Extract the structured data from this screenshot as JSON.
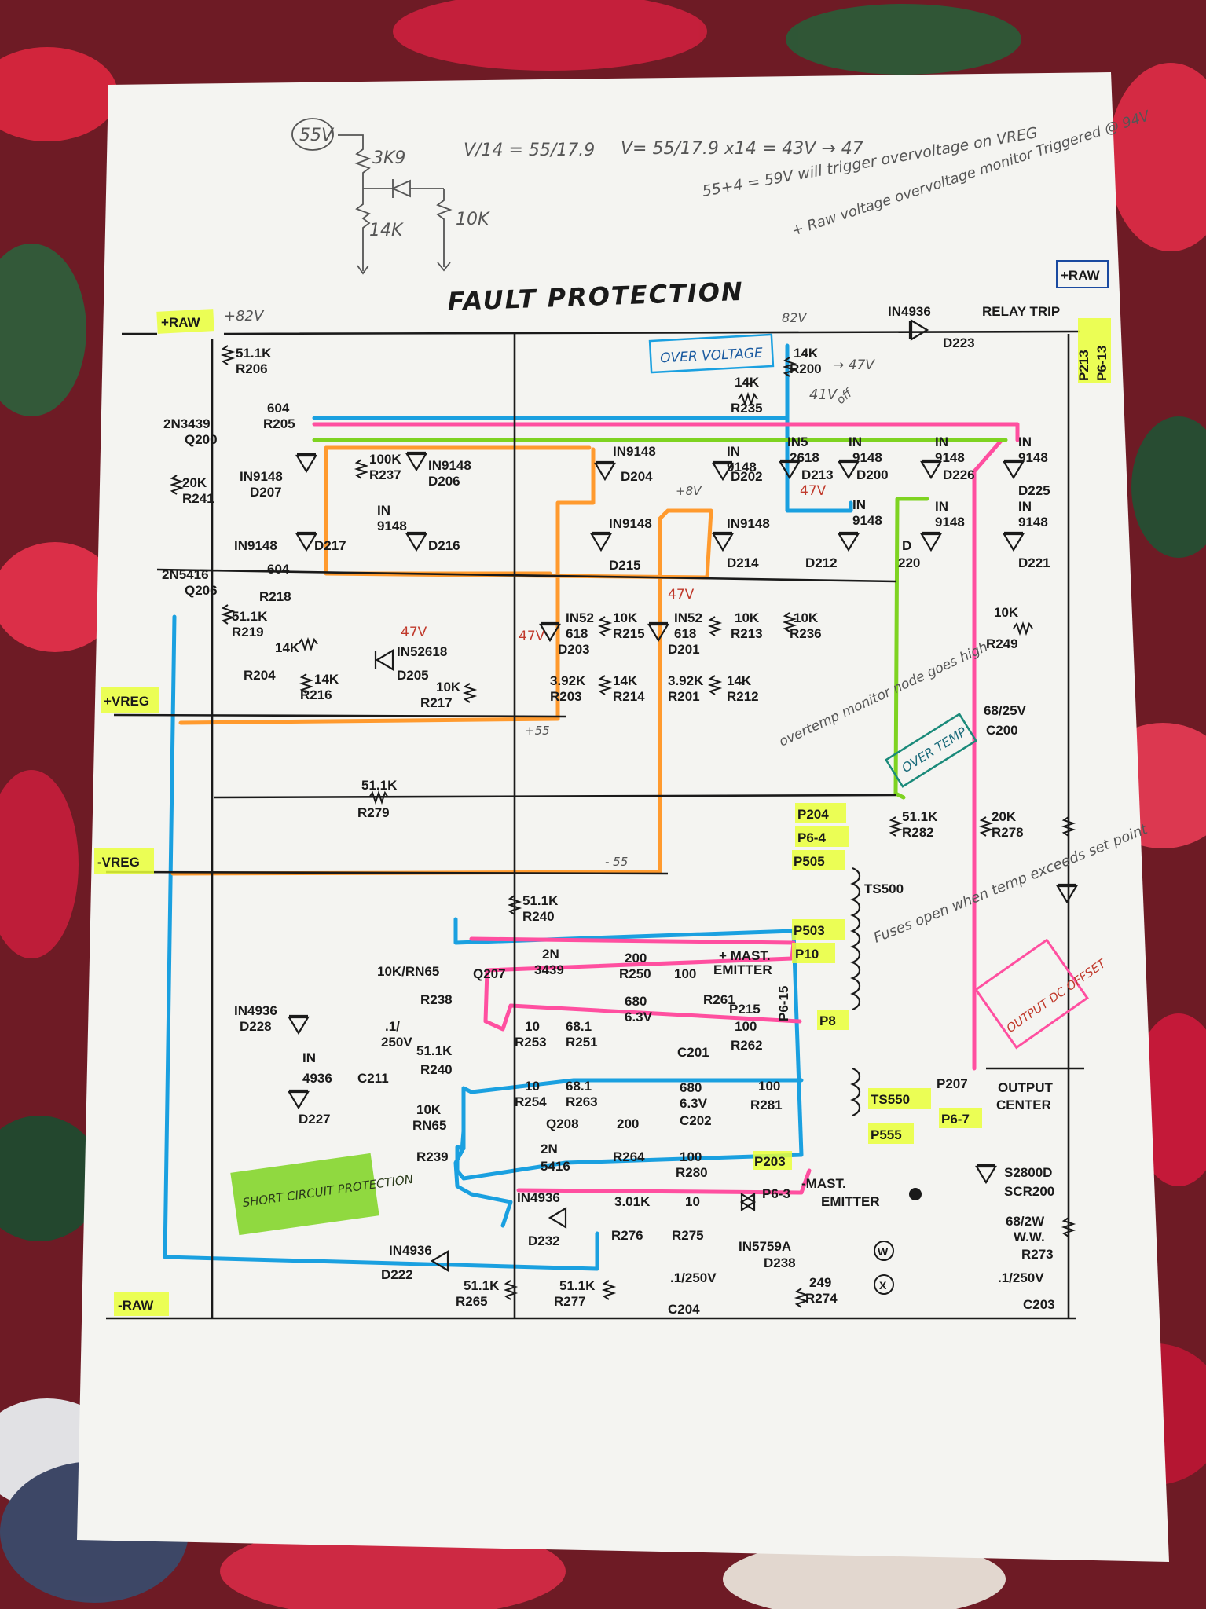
{
  "title": "FAULT PROTECTION",
  "rails": {
    "plus_raw": "+RAW",
    "plus_raw_volts": "+82V",
    "relay_trip": "RELAY TRIP",
    "plus_raw_right": "+RAW",
    "plus_vreg": "+VREG",
    "minus_vreg": "-VREG",
    "minus_raw": "-RAW"
  },
  "notes": {
    "calc_55v": "55V",
    "calc_3k9": "3K9",
    "calc_14k": "14K",
    "calc_10k": "10K",
    "calc_ratio": "V/14 = 55/17.9",
    "calc_result": "V= 55/17.9 x14 = 43V → 47",
    "calc_trigger": "55+4 = 59V will trigger overvoltage on VREG",
    "raw_monitor": "+ Raw voltage overvoltage monitor Triggered @ 94V",
    "over_voltage": "OVER VOLTAGE",
    "over_temp": "OVER TEMP",
    "overtemp_monitor": "overtemp monitor node goes high",
    "fuses": "Fuses open when temp exceeds set point",
    "output_dc_offset": "OUTPUT DC OFFSET",
    "short_circuit": "SHORT CIRCUIT PROTECTION",
    "v82": "82V",
    "v47a": "47V",
    "v47b": "47V",
    "v47c": "47V",
    "v47d": "47V",
    "v47e": "47V",
    "v41": "41V",
    "off": "off",
    "arrow47": "→ 47V",
    "plus8v": "+8V",
    "f55": "+55",
    "m55": "- 55"
  },
  "components": {
    "r206": [
      "51.1K",
      "R206"
    ],
    "q200": [
      "2N3439",
      "Q200"
    ],
    "r205": [
      "604",
      "R205"
    ],
    "r241": [
      "20K",
      "R241"
    ],
    "d207": [
      "IN9148",
      "D207"
    ],
    "r237": [
      "100K",
      "R237"
    ],
    "d206": [
      "IN9148",
      "D206"
    ],
    "d216": [
      "IN",
      "9148",
      "D216"
    ],
    "d217": [
      "IN9148",
      "D217"
    ],
    "q206": [
      "2N5416",
      "Q206"
    ],
    "r218": [
      "604",
      "R218"
    ],
    "r219": [
      "51.1K",
      "R219"
    ],
    "r204": [
      "14K",
      "R204"
    ],
    "r216": [
      "14K",
      "R216"
    ],
    "d205": [
      "IN52618",
      "D205"
    ],
    "r217": [
      "10K",
      "R217"
    ],
    "d204": [
      "IN9148",
      "D204"
    ],
    "d215": [
      "IN9148",
      "D215"
    ],
    "d203": [
      "IN52",
      "618",
      "D203"
    ],
    "r215": [
      "10K",
      "R215"
    ],
    "r203": [
      "3.92K",
      "R203"
    ],
    "r214": [
      "14K",
      "R214"
    ],
    "d201": [
      "IN52",
      "618",
      "D201"
    ],
    "r213": [
      "10K",
      "R213"
    ],
    "r201": [
      "3.92K",
      "R201"
    ],
    "r212": [
      "14K",
      "R212"
    ],
    "r235": [
      "14K",
      "R235"
    ],
    "d202": [
      "IN",
      "9148",
      "D202"
    ],
    "d214": [
      "IN9148",
      "D214"
    ],
    "r200": [
      "14K",
      "R200"
    ],
    "d213": [
      "IN5",
      "2618",
      "D213"
    ],
    "d200": [
      "IN",
      "9148",
      "D200"
    ],
    "d212": [
      "D212"
    ],
    "d211": [
      "IN",
      "9148"
    ],
    "r236": [
      "10K",
      "R236"
    ],
    "d226": [
      "IN",
      "9148",
      "D226"
    ],
    "d220": [
      "IN",
      "9148",
      "D",
      "220"
    ],
    "d225": [
      "IN",
      "9148",
      "D225"
    ],
    "d221": [
      "IN",
      "9148",
      "D221"
    ],
    "d223": [
      "IN4936",
      "D223"
    ],
    "r249": [
      "10K",
      "R249"
    ],
    "c200": [
      "68/25V",
      "C200"
    ],
    "r279": [
      "51.1K",
      "R279"
    ],
    "r282": [
      "51.1K",
      "R282"
    ],
    "r278": [
      "20K",
      "R278"
    ],
    "r240a": [
      "51.1K",
      "R240"
    ],
    "q207": [
      "2N",
      "3439",
      "Q207"
    ],
    "r238": [
      "10K/RN65",
      "R238"
    ],
    "r250": [
      "200",
      "R250"
    ],
    "r261": [
      "100",
      "R261"
    ],
    "mast_emitter_plus": [
      "+ MAST.",
      "EMITTER"
    ],
    "p215": [
      "P215",
      "P6-15"
    ],
    "c201": [
      "680",
      "6.3V",
      "C201"
    ],
    "r262": [
      "100",
      "R262"
    ],
    "r253": [
      "10",
      "R253"
    ],
    "r251": [
      "68.1",
      "R251"
    ],
    "d228": [
      "IN4936",
      "D228"
    ],
    "c211": [
      ".1/",
      "250V",
      "C211"
    ],
    "r240b": [
      "51.1K",
      "R240"
    ],
    "d227": [
      "IN",
      "4936",
      "D227"
    ],
    "r254": [
      "10",
      "R254"
    ],
    "r263": [
      "68.1",
      "R263"
    ],
    "c202": [
      "680",
      "6.3V",
      "C202"
    ],
    "r281": [
      "100",
      "R281"
    ],
    "q208": [
      "Q208"
    ],
    "r239": [
      "10K",
      "RN65",
      "R239"
    ],
    "r264": [
      "200",
      "R264"
    ],
    "r280": [
      "100",
      "R280"
    ],
    "q2n5416": [
      "2N",
      "5416"
    ],
    "d232": [
      "IN4936",
      "D232"
    ],
    "r276": [
      "3.01K",
      "R276"
    ],
    "r275": [
      "10",
      "R275"
    ],
    "d238": [
      "IN5759A",
      "D238"
    ],
    "c204": [
      ".1/250V",
      "C204"
    ],
    "r274": [
      "249",
      "R274"
    ],
    "d222": [
      "IN4936",
      "D222"
    ],
    "r265": [
      "51.1K",
      "R265"
    ],
    "r277": [
      "51.1K",
      "R277"
    ],
    "mast_emitter_minus": [
      "-MAST.",
      "EMITTER"
    ],
    "scr200": [
      "S2800D",
      "SCR200"
    ],
    "r273": [
      "68/2W",
      "W.W.",
      "R273"
    ],
    "c203": [
      ".1/250V",
      "C203"
    ]
  },
  "connectors": {
    "p213": "P213",
    "p6_13": "P6-13",
    "p204": "P204",
    "p6_4": "P6-4",
    "p505": "P505",
    "ts500": "TS500",
    "p503": "P503",
    "p10": "P10",
    "p8": "P8",
    "p203": "P203",
    "p6_3": "P6-3",
    "p207": "P207",
    "p6_7": "P6-7",
    "output_center": [
      "OUTPUT",
      "CENTER"
    ],
    "ts550": "TS550",
    "p555": "P555",
    "w": "W",
    "x": "X"
  },
  "colors": {
    "paper": "#f4f4f1",
    "ink": "#1a1a1a",
    "blue": "#1aa0e0",
    "pink": "#ff4fa0",
    "orange": "#ff9a2e",
    "green": "#7ed321",
    "highlight": "#e9ff3a",
    "red_ink": "#c0392b"
  }
}
